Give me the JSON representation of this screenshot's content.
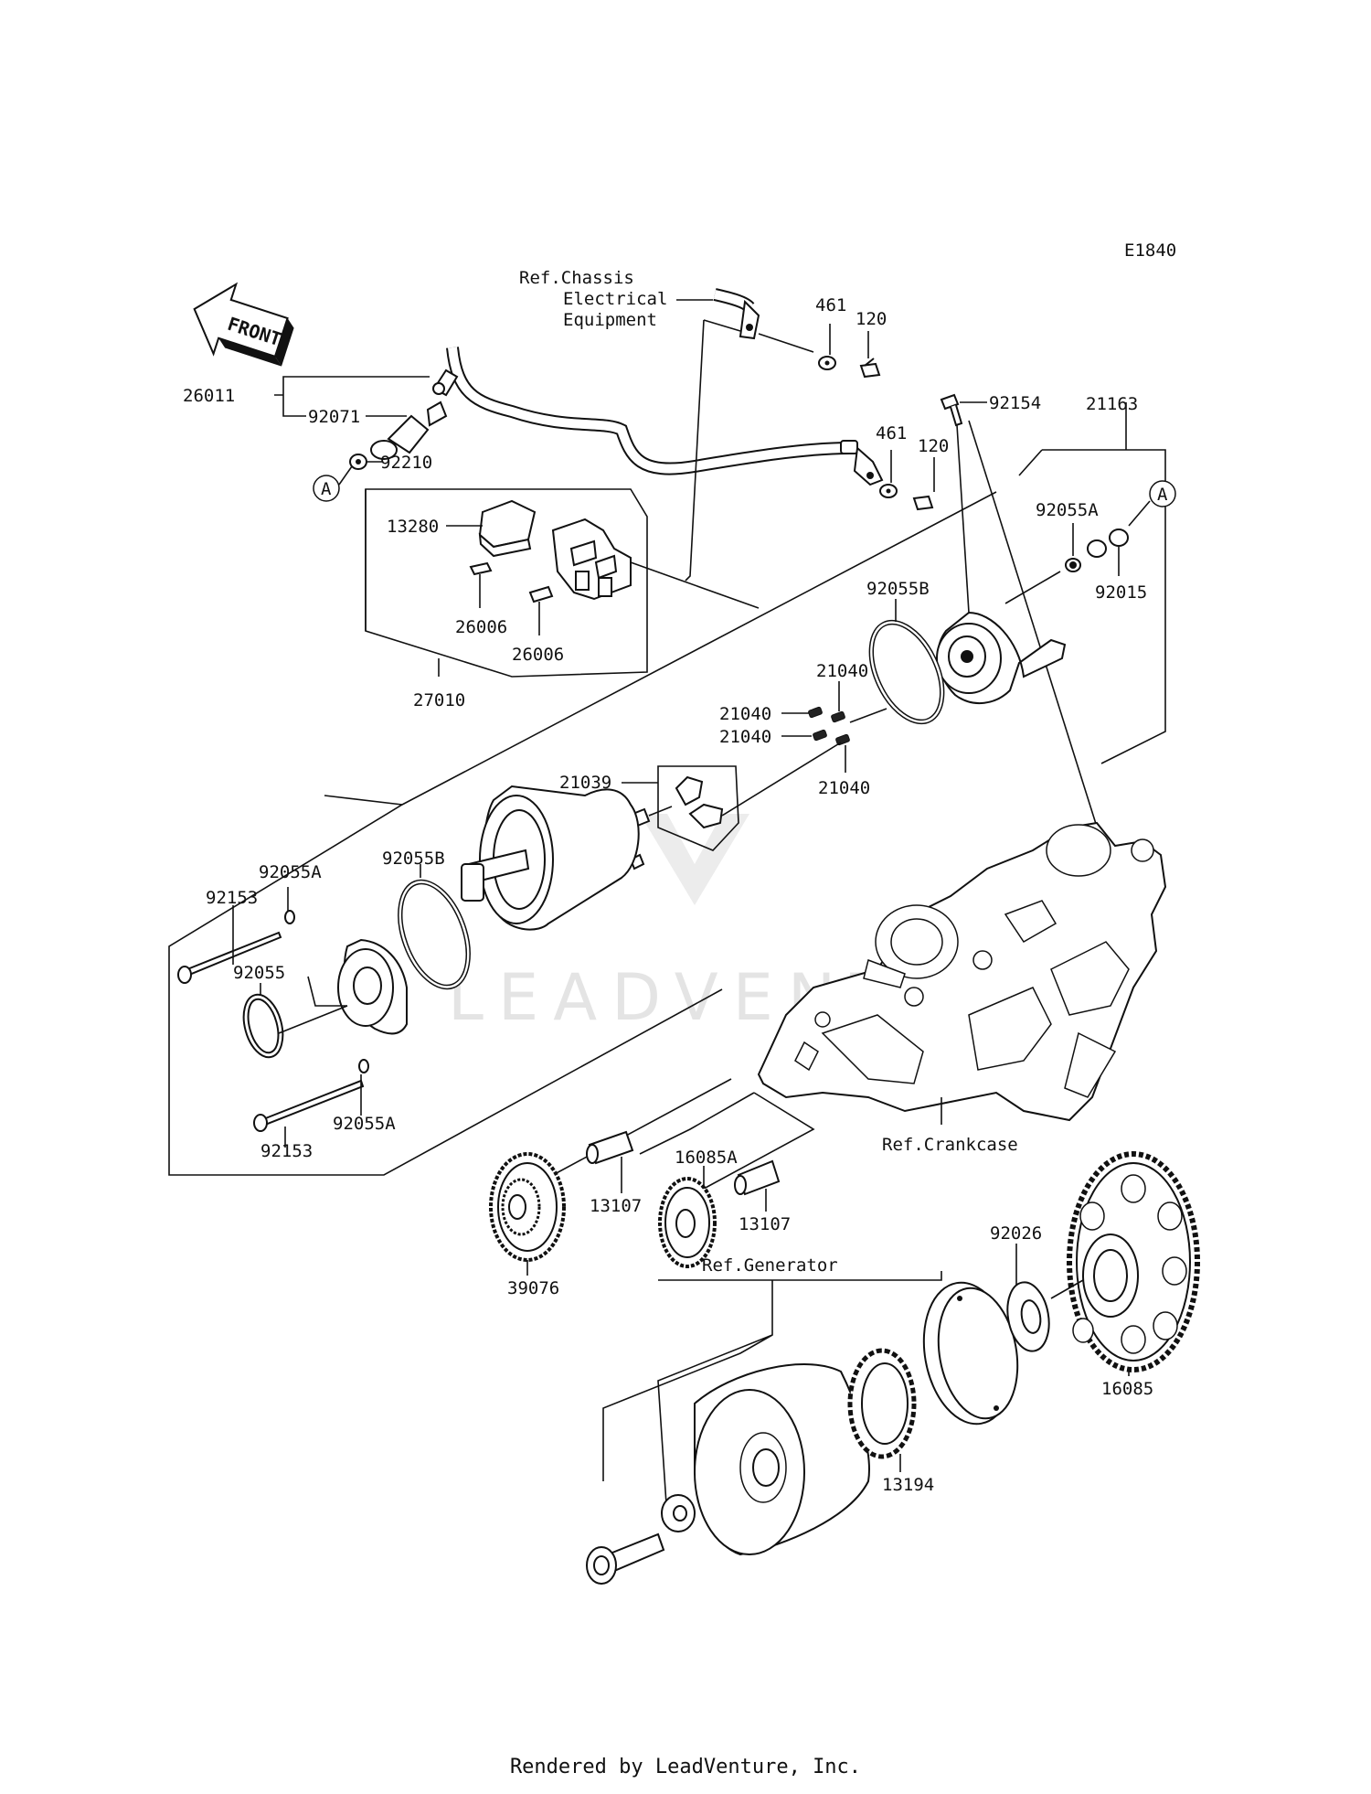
{
  "diagram_code": "E1840",
  "front_label": "FRONT",
  "circle_marker": "A",
  "watermark": "LEADVENT",
  "refs": {
    "chassis_line1": "Ref.Chassis",
    "chassis_line2": "Electrical",
    "chassis_line3": "Equipment",
    "crankcase": "Ref.Crankcase",
    "generator": "Ref.Generator"
  },
  "parts": {
    "p26011": "26011",
    "p92071": "92071",
    "p92210": "92210",
    "p461a": "461",
    "p120a": "120",
    "p461b": "461",
    "p120b": "120",
    "p92154": "92154",
    "p21163": "21163",
    "p13280": "13280",
    "p26006a": "26006",
    "p26006b": "26006",
    "p27010": "27010",
    "p92055A_top": "92055A",
    "p92015": "92015",
    "p92055B_top": "92055B",
    "p21040a": "21040",
    "p21040b": "21040",
    "p21040c": "21040",
    "p21040d": "21040",
    "p21039": "21039",
    "p92055A_left": "92055A",
    "p92055B_left": "92055B",
    "p92153a": "92153",
    "p92055": "92055",
    "p92055A_bottom": "92055A",
    "p92153b": "92153",
    "p16085A": "16085A",
    "p13107a": "13107",
    "p13107b": "13107",
    "p39076": "39076",
    "p92026": "92026",
    "p16085": "16085",
    "p13194": "13194"
  },
  "footer": "Rendered by LeadVenture, Inc."
}
